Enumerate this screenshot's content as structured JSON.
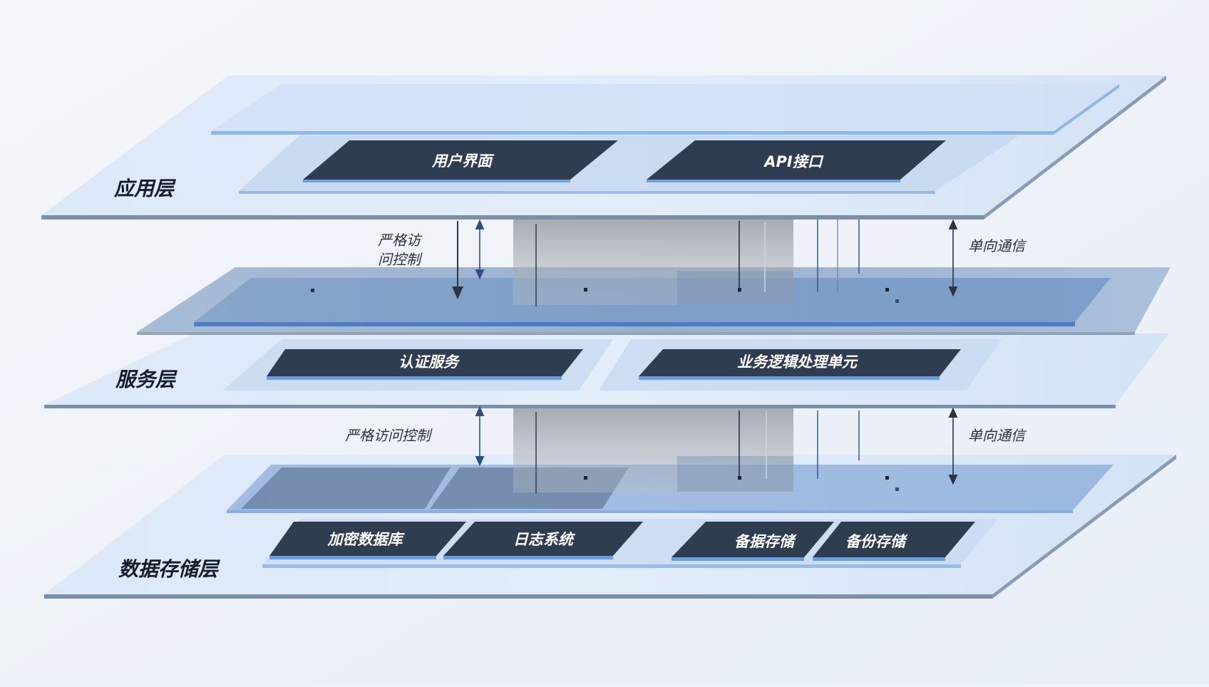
{
  "layers": {
    "application": {
      "label": "应用层",
      "modules": [
        "用户界面",
        "API接口"
      ]
    },
    "service": {
      "label": "服务层",
      "modules": [
        "认证服务",
        "业务逻辑处理单元"
      ]
    },
    "storage": {
      "label": "数据存储层",
      "modules": [
        "加密数据库",
        "日志系统",
        "备据存储",
        "备份存储"
      ]
    }
  },
  "annotations": {
    "upper_access_line1": "严格访",
    "upper_access_line2": "问控制",
    "upper_comm": "单向通信",
    "lower_access": "严格访问控制",
    "lower_comm": "单向通信"
  },
  "colors": {
    "background": "#eef3f9",
    "plate": "#d9e7f8",
    "plate_edge": "#7c8fa8",
    "module": "#2f3d51",
    "accent_blue": "#4f86d4"
  }
}
